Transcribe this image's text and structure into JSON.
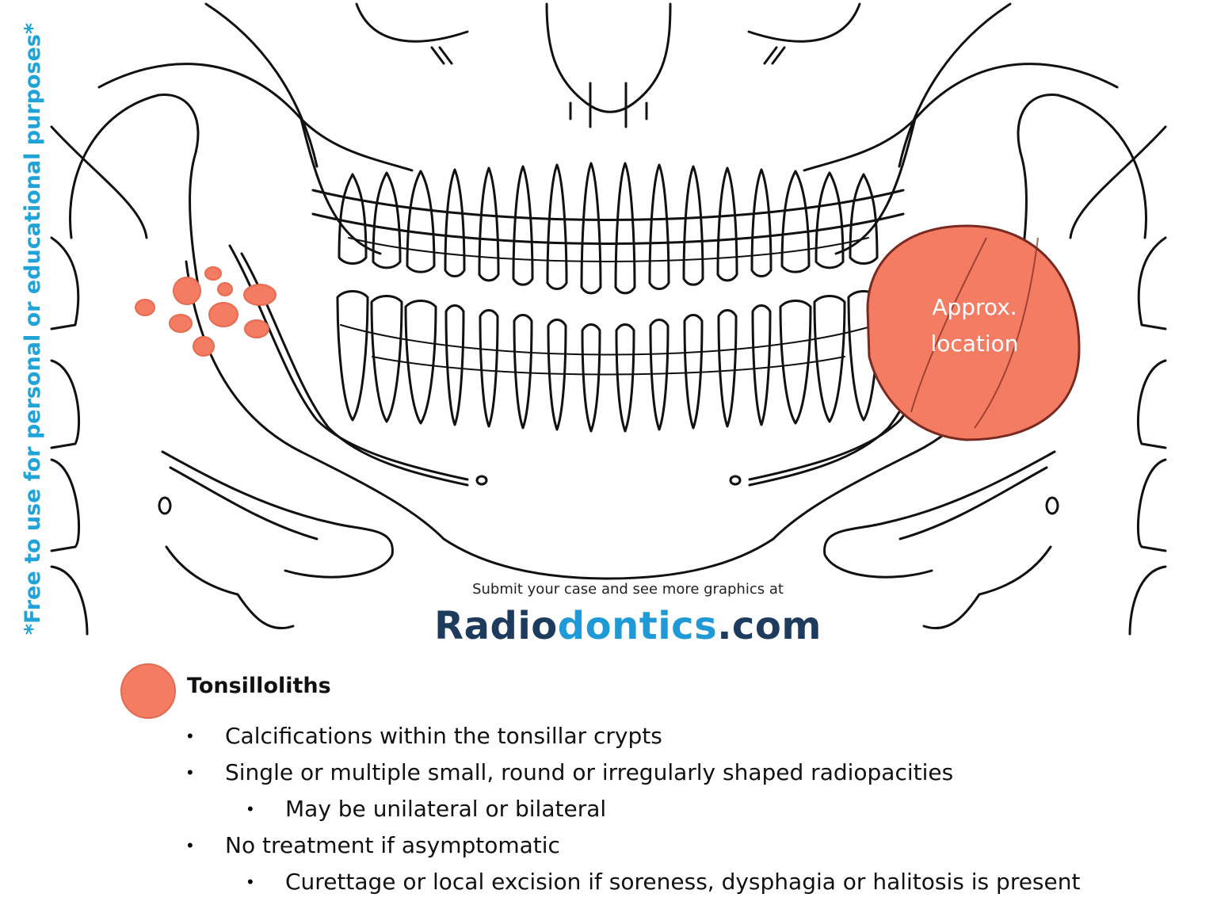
{
  "side_note": "*Free to use for personal or educational purposes*",
  "marker": {
    "label_line1": "Approx.",
    "label_line2": "location",
    "color": "#f47c62"
  },
  "footer": {
    "submit_text": "Submit your case and see more graphics at",
    "brand_part1": "Radio",
    "brand_part2": "dontics",
    "brand_part3": ".com",
    "brand_dark_color": "#1d3b5c",
    "brand_light_color": "#1f9ad6"
  },
  "legend": {
    "title": "Tonsilloliths",
    "color": "#f47c62"
  },
  "bullets": [
    "Calcifications within the tonsillar crypts",
    "Single or multiple small, round or irregularly shaped radiopacities",
    "May be unilateral or bilateral",
    "No treatment if asymptomatic",
    "Curettage or local excision if soreness, dysphagia or halitosis is present"
  ]
}
